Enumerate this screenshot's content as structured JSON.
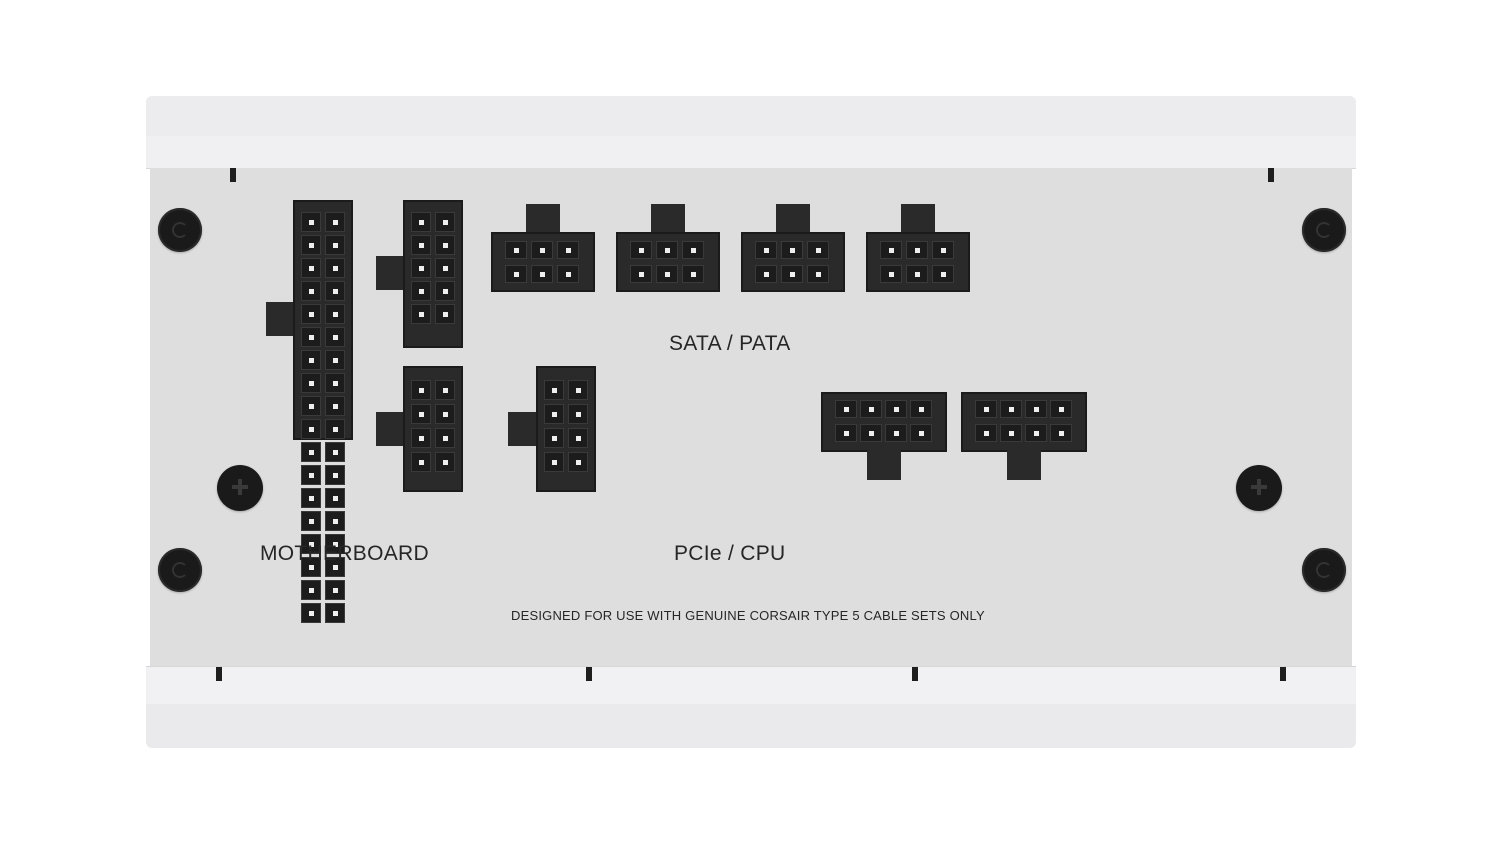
{
  "labels": {
    "sata_pata": "SATA / PATA",
    "motherboard": "MOTHERBOARD",
    "pcie_cpu": "PCIe / CPU",
    "notice": "DESIGNED FOR USE WITH GENUINE CORSAIR TYPE 5 CABLE SETS ONLY"
  },
  "icons": {
    "screw": "round-screw-icon",
    "phillips": "phillips-screw-icon"
  },
  "colors": {
    "housing": "#ecebee",
    "panel": "#dededf",
    "connector": "#2a2a2a",
    "text": "#262626"
  }
}
